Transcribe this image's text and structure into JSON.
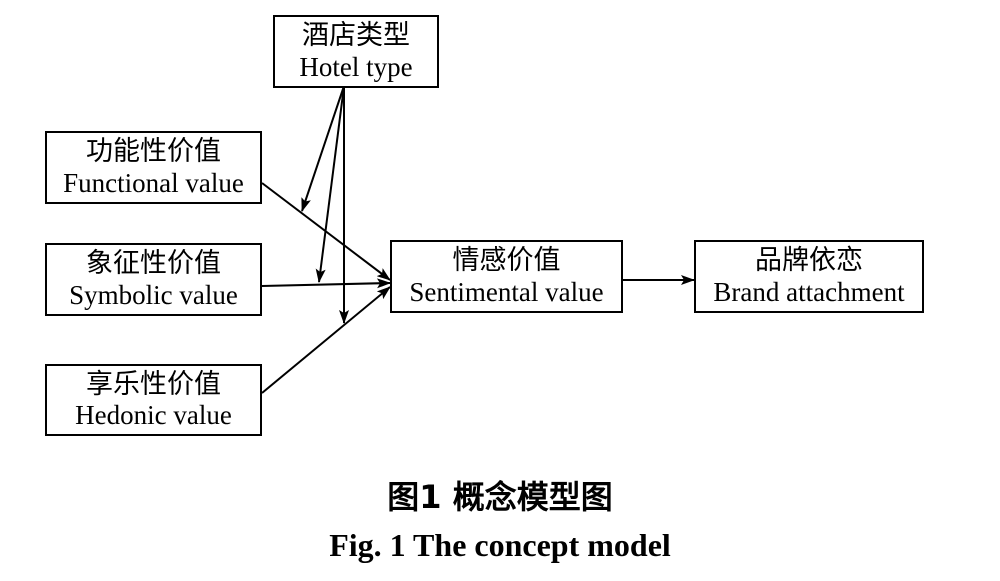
{
  "nodes": {
    "hotel_type": {
      "zh": "酒店类型",
      "en": "Hotel type"
    },
    "functional": {
      "zh": "功能性价值",
      "en": "Functional value"
    },
    "symbolic": {
      "zh": "象征性价值",
      "en": "Symbolic value"
    },
    "hedonic": {
      "zh": "享乐性价值",
      "en": "Hedonic value"
    },
    "sentimental": {
      "zh": "情感价值",
      "en": "Sentimental value"
    },
    "brand": {
      "zh": "品牌依恋",
      "en": "Brand attachment"
    }
  },
  "edges": [
    {
      "from": "functional",
      "to": "sentimental"
    },
    {
      "from": "symbolic",
      "to": "sentimental"
    },
    {
      "from": "hedonic",
      "to": "sentimental"
    },
    {
      "from": "sentimental",
      "to": "brand"
    },
    {
      "from": "hotel_type",
      "to": "functional-to-sentimental-path",
      "moderates": true
    },
    {
      "from": "hotel_type",
      "to": "symbolic-to-sentimental-path",
      "moderates": true
    },
    {
      "from": "hotel_type",
      "to": "hedonic-to-sentimental-path",
      "moderates": true
    }
  ],
  "caption": {
    "zh": "图1 概念模型图",
    "en": "Fig. 1 The concept model"
  }
}
